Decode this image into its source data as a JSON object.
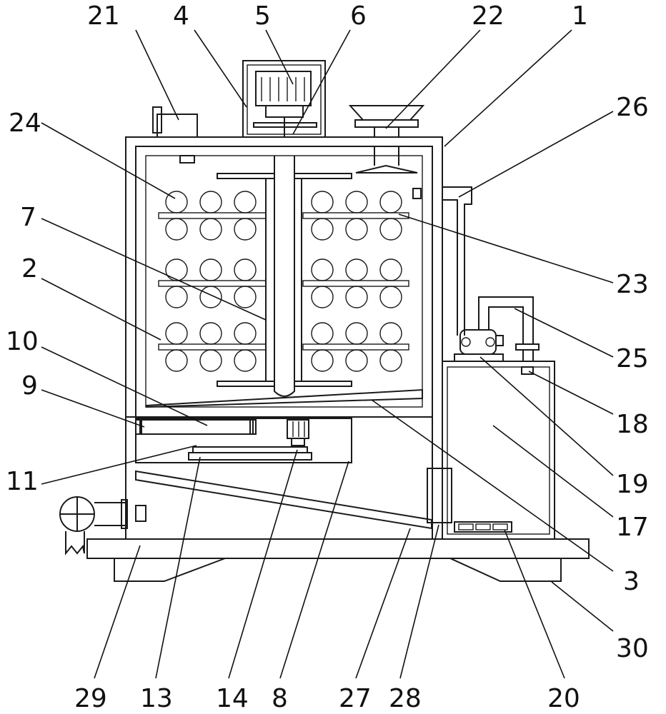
{
  "figure": {
    "labels": {
      "l1": "1",
      "l2": "2",
      "l3": "3",
      "l4": "4",
      "l5": "5",
      "l6": "6",
      "l7": "7",
      "l8": "8",
      "l9": "9",
      "l10": "10",
      "l11": "11",
      "l13": "13",
      "l14": "14",
      "l17": "17",
      "l18": "18",
      "l19": "19",
      "l20": "20",
      "l21": "21",
      "l22": "22",
      "l23": "23",
      "l24": "24",
      "l25": "25",
      "l26": "26",
      "l27": "27",
      "l28": "28",
      "l29": "29",
      "l30": "30"
    },
    "colors": {
      "line": "#1a1a1a",
      "background": "#ffffff"
    }
  }
}
